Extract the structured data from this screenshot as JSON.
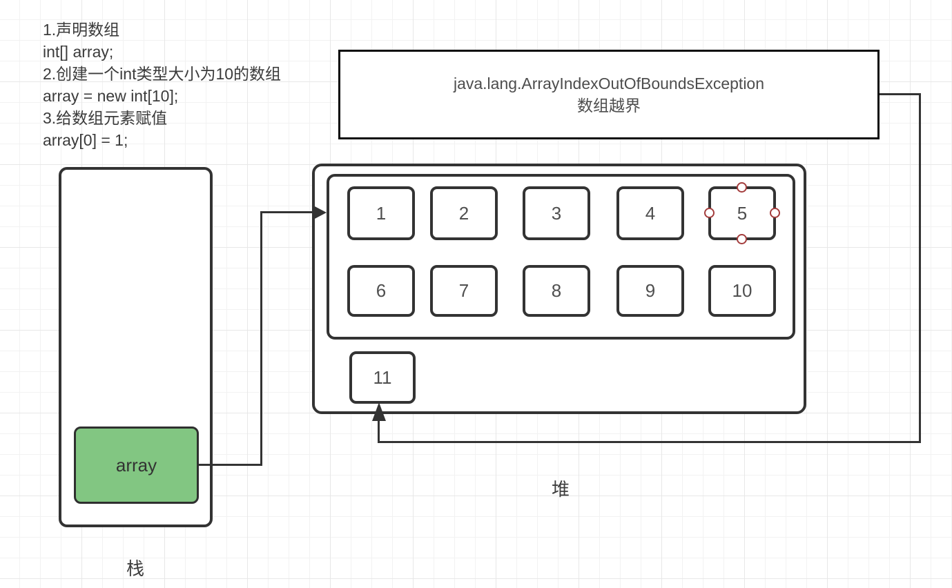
{
  "code_note": {
    "lines": [
      "1.声明数组",
      "int[] array;",
      "2.创建一个int类型大小为10的数组",
      "array = new int[10];",
      "3.给数组元素赋值",
      "array[0] = 1;"
    ]
  },
  "exception": {
    "line1": "java.lang.ArrayIndexOutOfBoundsException",
    "line2": "数组越界"
  },
  "stack": {
    "label": "栈",
    "pointer_label": "array"
  },
  "heap": {
    "label": "堆",
    "cells_row1": [
      "1",
      "2",
      "3",
      "4",
      "5"
    ],
    "cells_row2": [
      "6",
      "7",
      "8",
      "9",
      "10"
    ],
    "extra_cell": "11",
    "selected_cell": "5"
  },
  "colors": {
    "shape_border": "#333333",
    "exception_border": "#0a0a0a",
    "array_ref_fill": "#82c682",
    "connector": "#333333",
    "handle_stroke": "#a33c3c",
    "grid_line": "#f2f2f2",
    "grid_line_major": "#e7e7e7",
    "canvas_bg": "#ffffff"
  }
}
